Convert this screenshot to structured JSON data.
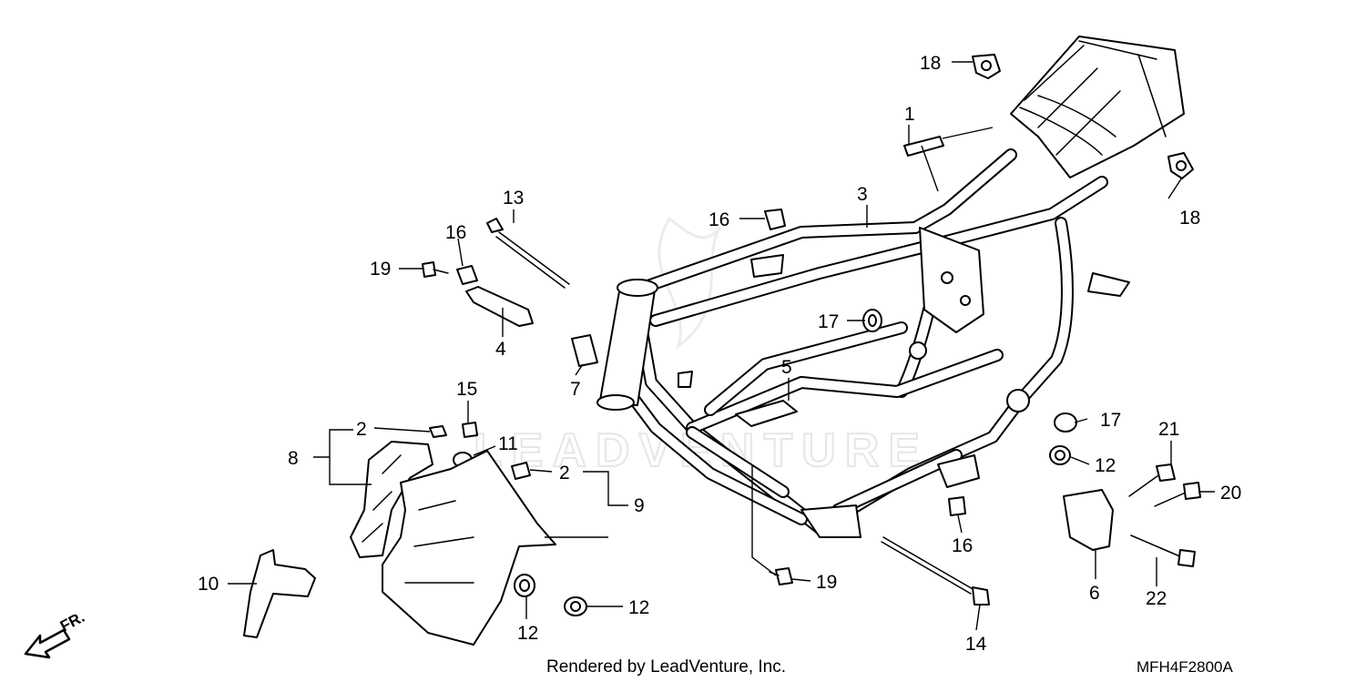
{
  "watermark": "LEADVENTURE",
  "footer": {
    "rendered_by": "Rendered by LeadVenture, Inc.",
    "diagram_code": "MFH4F2800A"
  },
  "orientation": {
    "label": "FR."
  },
  "callouts": {
    "c1": "1",
    "c2a": "2",
    "c2b": "2",
    "c3": "3",
    "c4": "4",
    "c5": "5",
    "c6": "6",
    "c7": "7",
    "c8": "8",
    "c9": "9",
    "c10": "10",
    "c11": "11",
    "c12a": "12",
    "c12b": "12",
    "c12c": "12",
    "c13": "13",
    "c14": "14",
    "c15": "15",
    "c16a": "16",
    "c16b": "16",
    "c16c": "16",
    "c17a": "17",
    "c17b": "17",
    "c18a": "18",
    "c18b": "18",
    "c19a": "19",
    "c19b": "19",
    "c20": "20",
    "c21": "21",
    "c22": "22"
  }
}
